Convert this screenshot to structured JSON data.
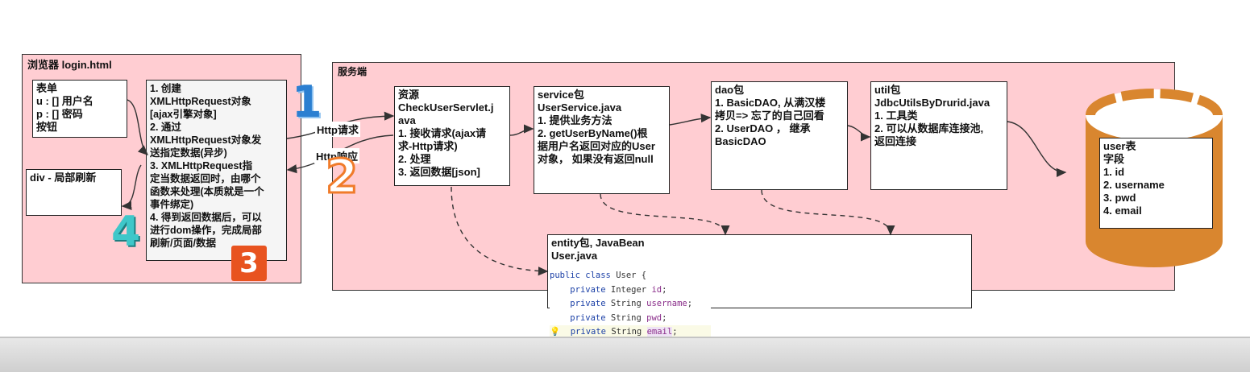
{
  "browser": {
    "title": "浏览器 login.html",
    "form_box": [
      "表单",
      "u : [] 用户名",
      "p : [] 密码",
      "按钮"
    ],
    "div_box": "div - 局部刷新",
    "ajax_box": [
      "1. 创建",
      "XMLHttpRequest对象",
      "[ajax引擎对象]",
      "2. 通过",
      "XMLHttpRequest对象发",
      "送指定数据(异步)",
      "3. XMLHttpRequest指",
      "定当数据返回时，由哪个",
      "函数来处理(本质就是一个",
      "事件绑定)",
      "4. 得到返回数据后，可以",
      "进行dom操作，完成局部",
      "刷新/页面/数据"
    ]
  },
  "labels": {
    "http_request": "Http请求",
    "http_response": "Http响应"
  },
  "badges": {
    "one": "1",
    "two": "2",
    "three": "3",
    "four": "4"
  },
  "server": {
    "title": "服务端",
    "servlet_box": [
      "资源",
      "CheckUserServlet.j",
      "ava",
      "1. 接收请求(ajax请",
      "求-Http请求)",
      "2. 处理",
      "3. 返回数据[json]"
    ],
    "service_box": [
      "service包",
      "UserService.java",
      "1. 提供业务方法",
      "2. getUserByName()根",
      "据用户名返回对应的User",
      "对象， 如果没有返回null"
    ],
    "dao_box": [
      "dao包",
      "1. BasicDAO, 从满汉楼",
      "拷贝=> 忘了的自己回看",
      "2. UserDAO ， 继承",
      "BasicDAO"
    ],
    "util_box": [
      "util包",
      "JdbcUtilsByDrurid.java",
      "1. 工具类",
      "2. 可以从数据库连接池,",
      "返回连接"
    ],
    "entity_box": [
      "entity包, JavaBean",
      "User.java"
    ]
  },
  "code": {
    "line1": [
      "public class ",
      "User {"
    ],
    "line2": [
      "private ",
      "Integer ",
      "id",
      ";"
    ],
    "line3": [
      "private ",
      "String ",
      "username",
      ";"
    ],
    "line4": [
      "private ",
      "String ",
      "pwd",
      ";"
    ],
    "line5": [
      "private ",
      "String ",
      "email",
      ";"
    ]
  },
  "database": {
    "lines": [
      "user表",
      "字段",
      "1. id",
      "2. username",
      "3. pwd",
      "4. email"
    ]
  },
  "colors": {
    "region_fill": "#ffcdd2",
    "db_orange": "#d9862f",
    "badge_blue": "#2b7fd1",
    "badge_orange": "#f07b2a",
    "badge_red": "#e8531f",
    "badge_teal": "#3fc7c9"
  }
}
